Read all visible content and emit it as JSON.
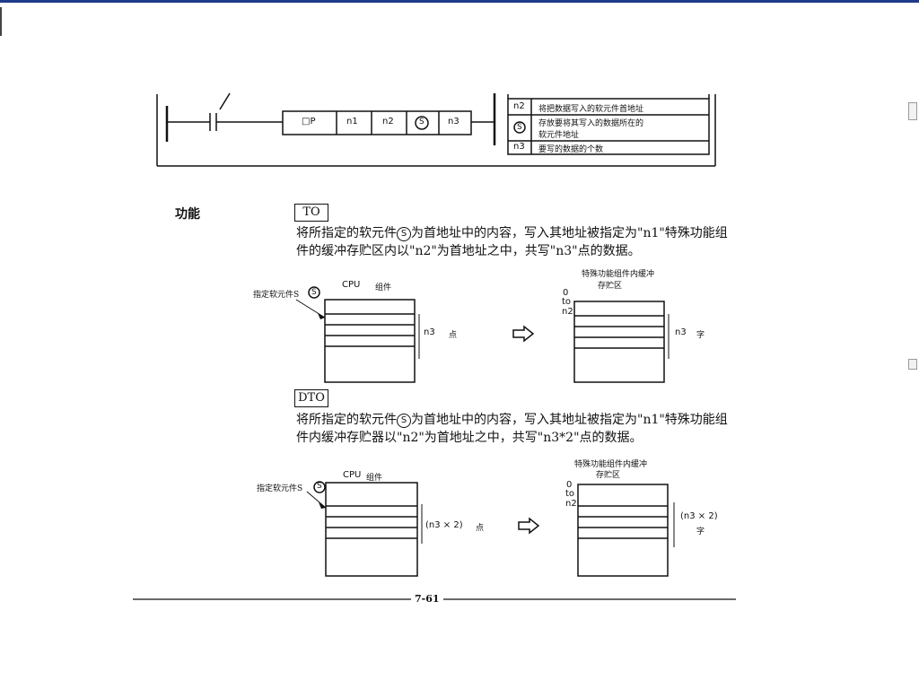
{
  "ladder": {
    "instruction": "□P",
    "operands": [
      "n1",
      "n2",
      "S",
      "n3"
    ],
    "table": [
      {
        "key": "n2",
        "desc": "将把数据写入的软元件首地址"
      },
      {
        "key": "S",
        "desc_line1": "存放要将其写入的数据所在的",
        "desc_line2": "软元件地址"
      },
      {
        "key": "n3",
        "desc": "要写的数据的个数"
      }
    ]
  },
  "section_label": "功能",
  "to": {
    "tag": "TO",
    "text_pre": "将所指定的软元件",
    "circle": "S",
    "text_post": "为首地址中的内容，写入其地址被指定为\"n1\"特殊功能组",
    "text_line2": "件的缓冲存贮区内以\"n2\"为首地址之中，共写\"n3\"点的数据。",
    "cpu_label": "CPU",
    "cpu_sub": "组件",
    "device_label": "指定软元件S",
    "device_circle": "S",
    "left_count": "n3",
    "left_unit": "点",
    "right_title_line1": "特殊功能组件内缓冲",
    "right_title_line2": "存贮区",
    "addr_0": "0",
    "addr_to": "to",
    "addr_n2": "n2",
    "right_count": "n3",
    "right_unit": "字"
  },
  "dto": {
    "tag": "DTO",
    "text_pre": "将所指定的软元件",
    "circle": "S",
    "text_post": "为首地址中的内容，写入其地址被指定为\"n1\"特殊功能组",
    "text_line2": "件内缓冲存贮器以\"n2\"为首地址之中，共写\"n3*2\"点的数据。",
    "cpu_label": "CPU",
    "cpu_sub": "组件",
    "device_label": "指定软元件S",
    "device_circle": "S",
    "left_count": "(n3 × 2)",
    "left_unit": "点",
    "right_title_line1": "特殊功能组件内缓冲",
    "right_title_line2": "存贮区",
    "addr_0": "0",
    "addr_to": "to",
    "addr_n2": "n2",
    "right_count": "(n3 × 2)",
    "right_unit": "字"
  },
  "page_number": "7-61"
}
